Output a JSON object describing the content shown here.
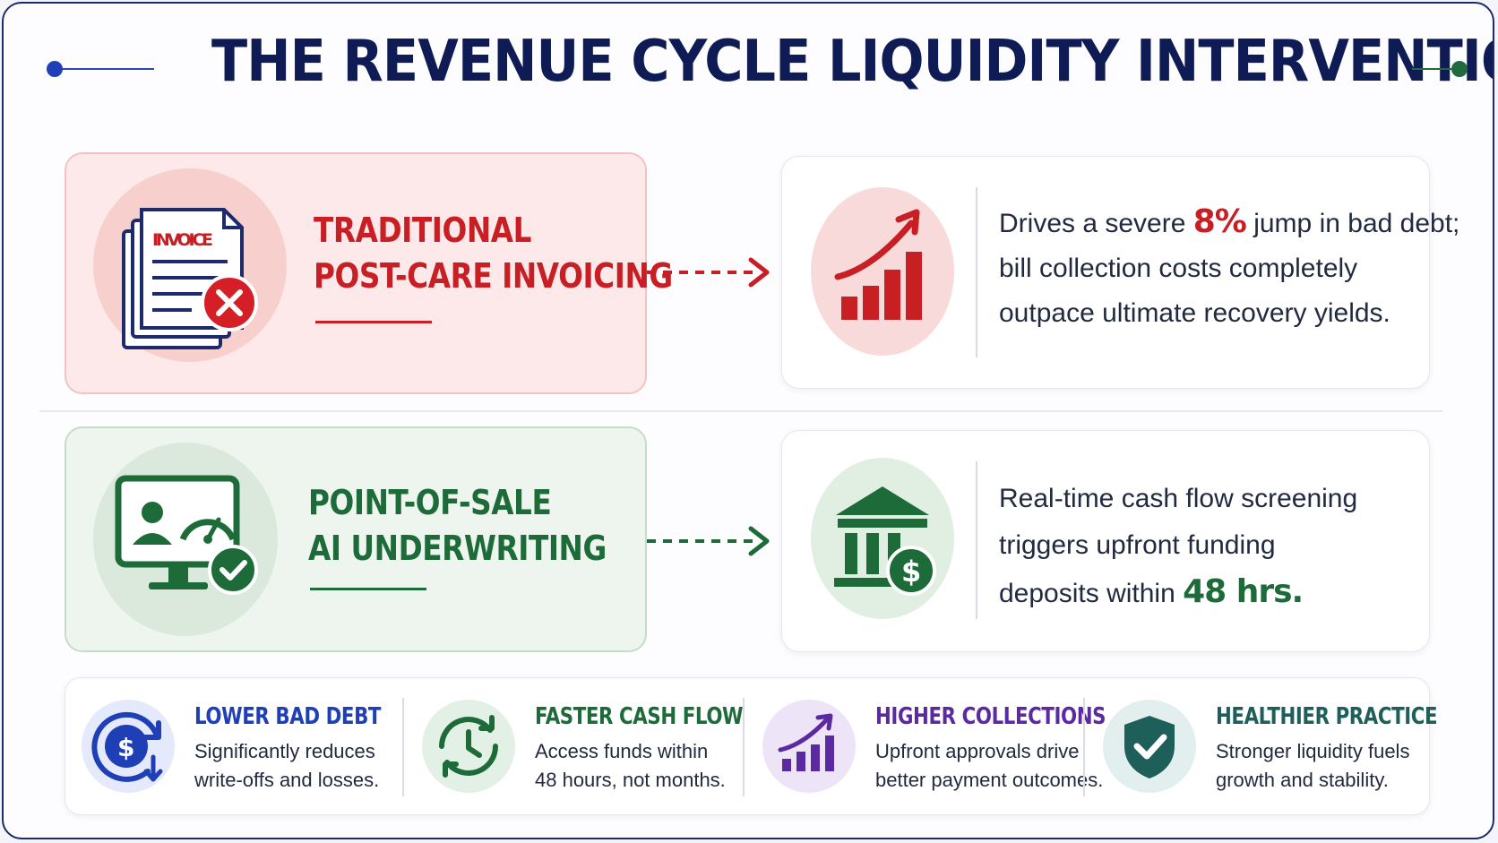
{
  "title": "THE REVENUE CYCLE LIQUIDITY INTERVENTION",
  "colors": {
    "navy": "#0f1b55",
    "red": "#c81f25",
    "green": "#1d6b38",
    "blue": "#1f3fb7",
    "purple": "#5b2aa0",
    "teal": "#1f5f5a"
  },
  "traditional": {
    "icon": "invoice-error-icon",
    "invoice_label": "INVOICE",
    "heading_line1": "TRADITIONAL",
    "heading_line2": "POST-CARE INVOICING",
    "result": {
      "icon": "rising-bar-chart-icon",
      "line1_pre": "Drives a severe ",
      "line1_highlight": "8%",
      "line1_post": " jump in bad debt;",
      "line2": "bill collection costs completely",
      "line3": "outpace ultimate recovery yields."
    }
  },
  "ai": {
    "icon": "monitor-user-gauge-check-icon",
    "heading_line1": "POINT-OF-SALE",
    "heading_line2": "AI UNDERWRITING",
    "result": {
      "icon": "bank-dollar-icon",
      "line1": "Real-time cash flow screening",
      "line2": "triggers upfront funding",
      "line3_pre": "deposits within ",
      "line3_highlight": "48 hrs."
    }
  },
  "benefits": [
    {
      "icon": "dollar-down-arrow-icon",
      "title": "LOWER BAD DEBT",
      "desc1": "Significantly reduces",
      "desc2": "write-offs and losses."
    },
    {
      "icon": "clock-refresh-icon",
      "title": "FASTER CASH FLOW",
      "desc1": "Access funds within",
      "desc2": "48 hours, not months."
    },
    {
      "icon": "growth-chart-icon",
      "title": "HIGHER COLLECTIONS",
      "desc1": "Upfront approvals drive",
      "desc2": "better payment outcomes."
    },
    {
      "icon": "shield-check-icon",
      "title": "HEALTHIER PRACTICE",
      "desc1": "Stronger liquidity fuels",
      "desc2": "growth and stability."
    }
  ]
}
